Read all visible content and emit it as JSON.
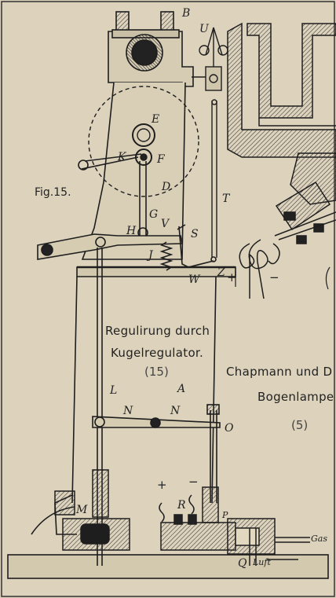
{
  "figure_label": "Fig.15.",
  "parts": {
    "B": "B",
    "U": "U",
    "E": "E",
    "K": "K",
    "F": "F",
    "D": "D",
    "G": "G",
    "T": "T",
    "H": "H",
    "V": "V",
    "S": "S",
    "J": "J",
    "Z": "Z",
    "W": "W",
    "L": "L",
    "A": "A",
    "N1": "N",
    "N2": "N",
    "O": "O",
    "R": "R",
    "P": "P",
    "M": "M",
    "Q": "Q"
  },
  "terminals": {
    "plus_lamp": "+",
    "minus_lamp": "−",
    "plus_reg": "+",
    "minus_reg": "−"
  },
  "inlets": {
    "gas": "Gas",
    "air": "Luft"
  },
  "caption_left": {
    "line1": "Regulirung durch",
    "line2": "Kugelregulator.",
    "number": "(15)"
  },
  "caption_right": {
    "line1": "Chapmann und D",
    "line2": "Bogenlampe",
    "number": "(5)"
  },
  "colors": {
    "paper": "#ddd3bd",
    "ink": "#1e1e1e",
    "hatch": "#3a3a3a"
  }
}
